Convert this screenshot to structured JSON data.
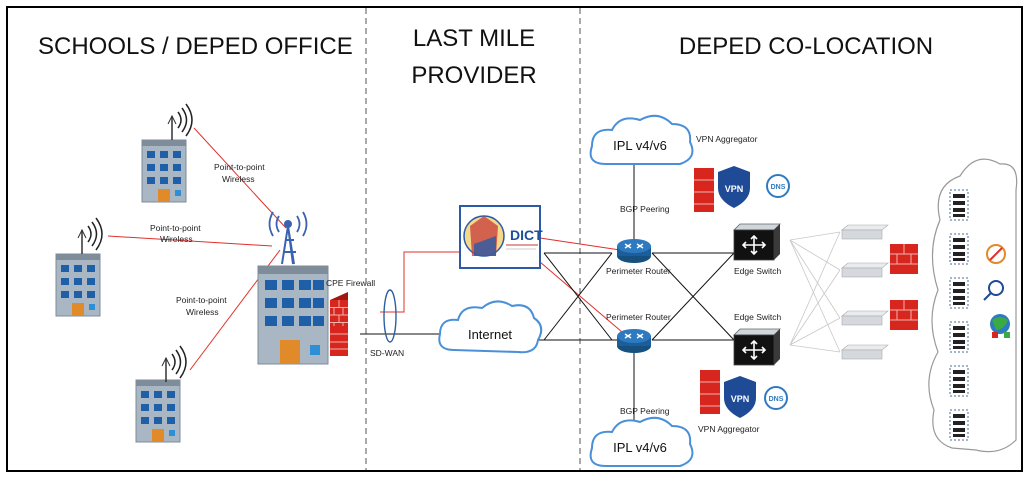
{
  "zones": {
    "schools": "SCHOOLS / DEPED OFFICE",
    "last_mile_line1": "LAST MILE",
    "last_mile_line2": "PROVIDER",
    "colocation": "DEPED CO-LOCATION"
  },
  "links": {
    "p2p_top_line1": "Point-to-point",
    "p2p_top_line2": "Wireless",
    "p2p_mid_line1": "Point-to-point",
    "p2p_mid_line2": "Wireless",
    "p2p_bot_line1": "Point-to-point",
    "p2p_bot_line2": "Wireless"
  },
  "devices": {
    "cpe_firewall": "CPE Firewall",
    "sdwan": "SD-WAN",
    "dict_logo": "DICT",
    "internet": "Internet",
    "ipl_top": "IPL v4/v6",
    "ipl_bottom": "IPL v4/v6",
    "bgp_top": "BGP Peering",
    "bgp_bottom": "BGP Peering",
    "perimeter_router_top": "Perimeter Router",
    "perimeter_router_bottom": "Perimeter Router",
    "vpn_aggregator_top": "VPN Aggregator",
    "vpn_aggregator_bottom": "VPN Aggregator",
    "edge_switch_top": "Edge Switch",
    "edge_switch_bottom": "Edge Switch",
    "vpn_badge": "VPN",
    "dns_badge": "DNS"
  },
  "colors": {
    "red_link": "#e0302b",
    "black_link": "#111111",
    "cloud_stroke": "#4a90d9",
    "building_blue": "#1f5fa8",
    "firewall_red": "#d7261e",
    "router_blue": "#1b5e99"
  }
}
